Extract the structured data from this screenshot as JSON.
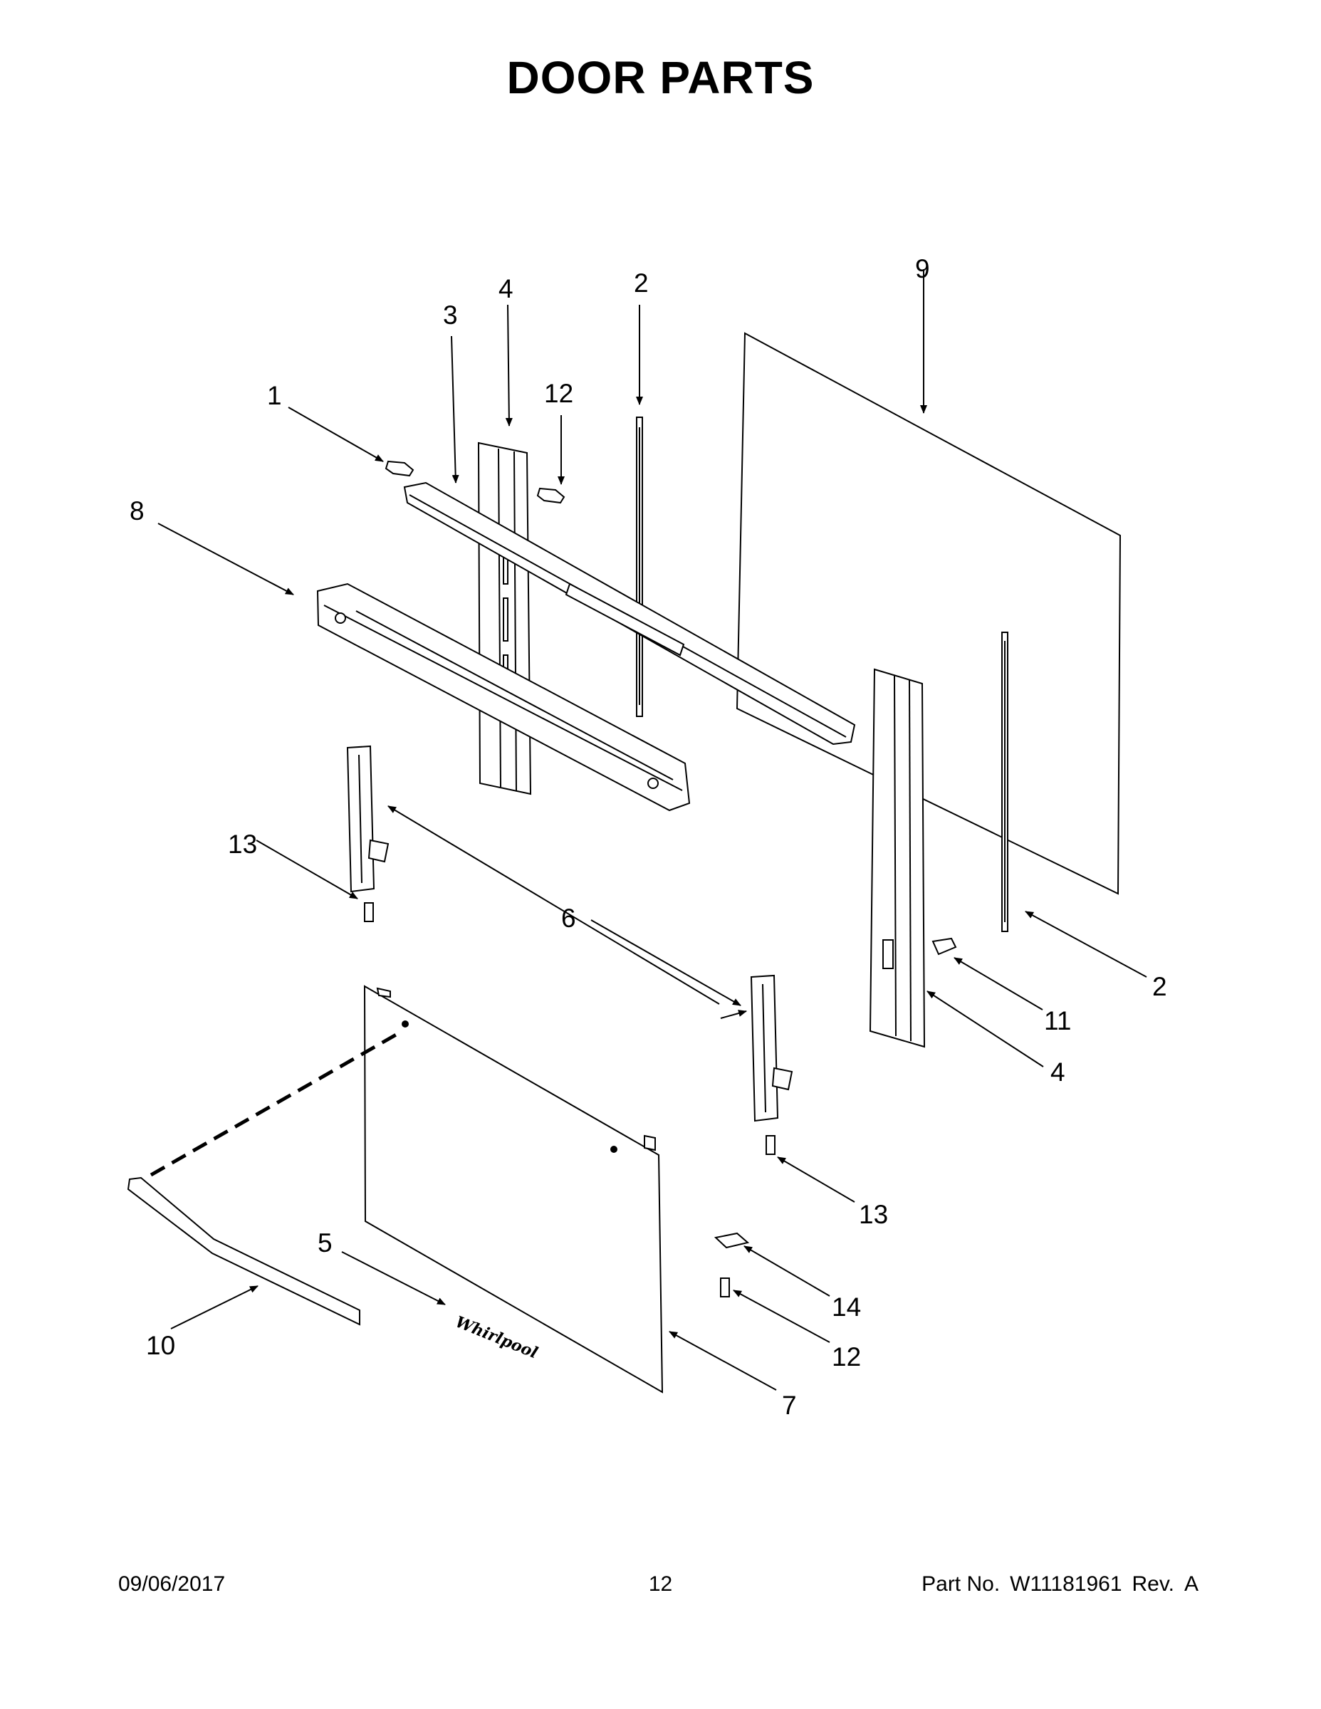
{
  "title": "DOOR PARTS",
  "callouts": [
    {
      "id": "1",
      "label": "1"
    },
    {
      "id": "2-top",
      "label": "2"
    },
    {
      "id": "2-right",
      "label": "2"
    },
    {
      "id": "3",
      "label": "3"
    },
    {
      "id": "4-top",
      "label": "4"
    },
    {
      "id": "4-right",
      "label": "4"
    },
    {
      "id": "5",
      "label": "5"
    },
    {
      "id": "6",
      "label": "6"
    },
    {
      "id": "7",
      "label": "7"
    },
    {
      "id": "8",
      "label": "8"
    },
    {
      "id": "9",
      "label": "9"
    },
    {
      "id": "10",
      "label": "10"
    },
    {
      "id": "11",
      "label": "11"
    },
    {
      "id": "12-top",
      "label": "12"
    },
    {
      "id": "12-bottom",
      "label": "12"
    },
    {
      "id": "13-left",
      "label": "13"
    },
    {
      "id": "13-right",
      "label": "13"
    },
    {
      "id": "14",
      "label": "14"
    }
  ],
  "logo_text": "Whirlpool",
  "footer": {
    "date": "09/06/2017",
    "page": "12",
    "part_label": "Part No.",
    "part_number": "W11181961",
    "rev_label": "Rev.",
    "rev": "A"
  }
}
